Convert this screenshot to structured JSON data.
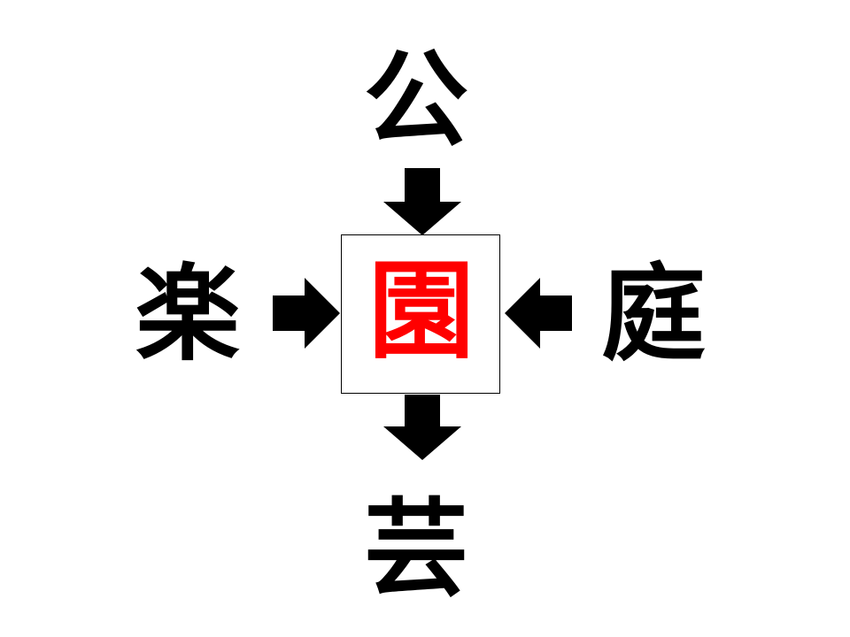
{
  "puzzle": {
    "top": "公",
    "left": "楽",
    "right": "庭",
    "bottom": "芸",
    "answer": "園"
  },
  "colors": {
    "text": "#000000",
    "answer": "#ff0000",
    "arrow": "#000000",
    "box_border": "#000000"
  }
}
